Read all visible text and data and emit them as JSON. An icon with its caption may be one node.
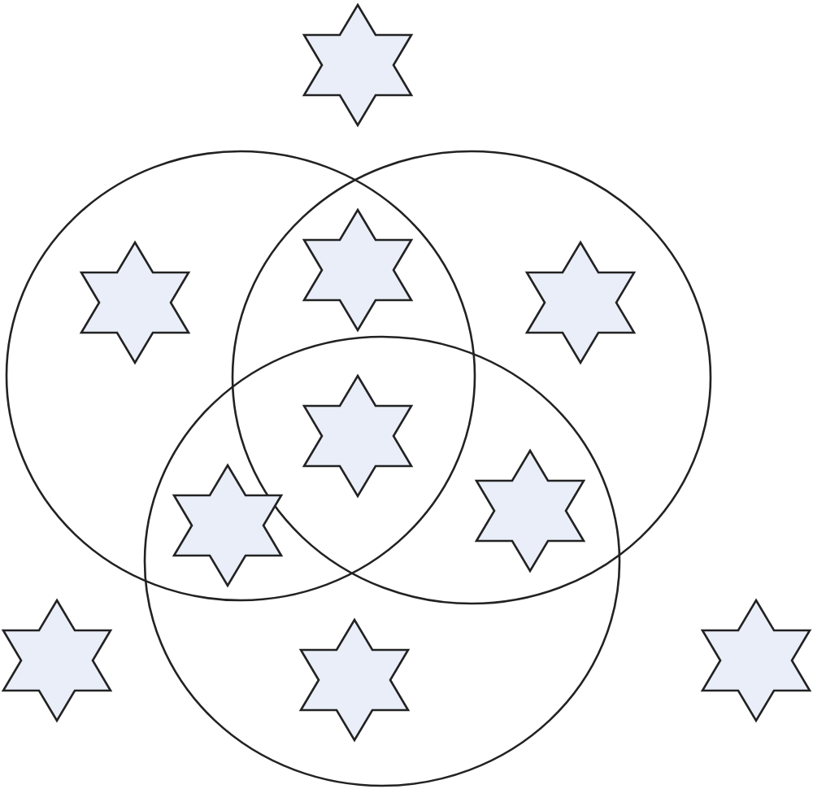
{
  "diagram": {
    "nodes": [
      {
        "text": [],
        "shape": "star"
      },
      {
        "text": [],
        "shape": "circle"
      },
      {
        "text": [],
        "shape": "circle"
      },
      {
        "text": [],
        "shape": "circle"
      },
      {
        "text": [],
        "shape": "star",
        "in": 1
      },
      {
        "text": [],
        "shape": "star"
      },
      {
        "text": [],
        "shape": "star",
        "in": 2
      },
      {
        "text": [],
        "shape": "star"
      },
      {
        "text": [],
        "shape": "star"
      },
      {
        "text": [],
        "shape": "star"
      },
      {
        "text": [],
        "shape": "star"
      },
      {
        "text": [],
        "shape": "star",
        "in": 3
      },
      {
        "text": [],
        "shape": "star"
      }
    ]
  }
}
